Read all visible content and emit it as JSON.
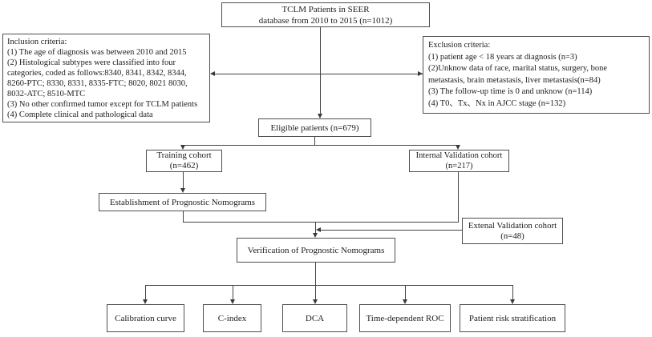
{
  "figure": {
    "type": "flowchart",
    "background_color": "#ffffff",
    "line_color": "#454545",
    "text_color": "#1c1c1c"
  },
  "nodes": {
    "seer_db": {
      "label": "TCLM Patients  in SEER\ndatabase from 2010 to 2015 (n=1012)"
    },
    "inclusion": {
      "label": "Inclusion criteria:\n(1) The age of diagnosis was between 2010 and 2015\n(2) Histological subtypes were classified into four\ncategories, coded as follows:8340, 8341, 8342, 8344,\n8260-PTC; 8330, 8331, 8335-FTC; 8020, 8021 8030,\n8032-ATC; 8510-MTC\n(3) No other confirmed tumor except for TCLM patients\n(4) Complete clinical and pathological data"
    },
    "exclusion": {
      "label": "Exclusion criteria:\n(1) patient age < 18 years at diagnosis (n=3)\n(2)Unknow data of race, marital status, surgery, bone\nmetastasis, brain metastasis, liver metastasis(n=84)\n(3) The follow-up time is 0 and unknow (n=114)\n(4) T0、Tx、Nx in AJCC stage (n=132)"
    },
    "eligible": {
      "label": "Eligible patients (n=679)"
    },
    "training": {
      "label": "Training cohort\n(n=462)"
    },
    "internal_validation": {
      "label": "Internal Validation cohort\n(n=217)"
    },
    "establishment": {
      "label": "Establishment of Prognostic Nomograms"
    },
    "external_validation": {
      "label": "Extenal Validation cohort\n(n=48)"
    },
    "verification": {
      "label": "Verification of Prognostic Nomograms"
    },
    "calibration": {
      "label": "Calibration curve"
    },
    "c_index": {
      "label": "C-index"
    },
    "dca": {
      "label": "DCA"
    },
    "time_roc": {
      "label": "Time-dependent ROC"
    },
    "risk_strat": {
      "label": "Patient risk stratification"
    }
  },
  "edges": [
    "seer_db -> eligible",
    "seer_db -> inclusion (criteria arrow)",
    "seer_db -> exclusion (criteria arrow)",
    "eligible -> training",
    "eligible -> internal_validation",
    "training -> establishment",
    "establishment -> verification",
    "internal_validation -> verification",
    "external_validation -> verification",
    "verification -> calibration",
    "verification -> c_index",
    "verification -> dca",
    "verification -> time_roc",
    "verification -> risk_strat"
  ]
}
